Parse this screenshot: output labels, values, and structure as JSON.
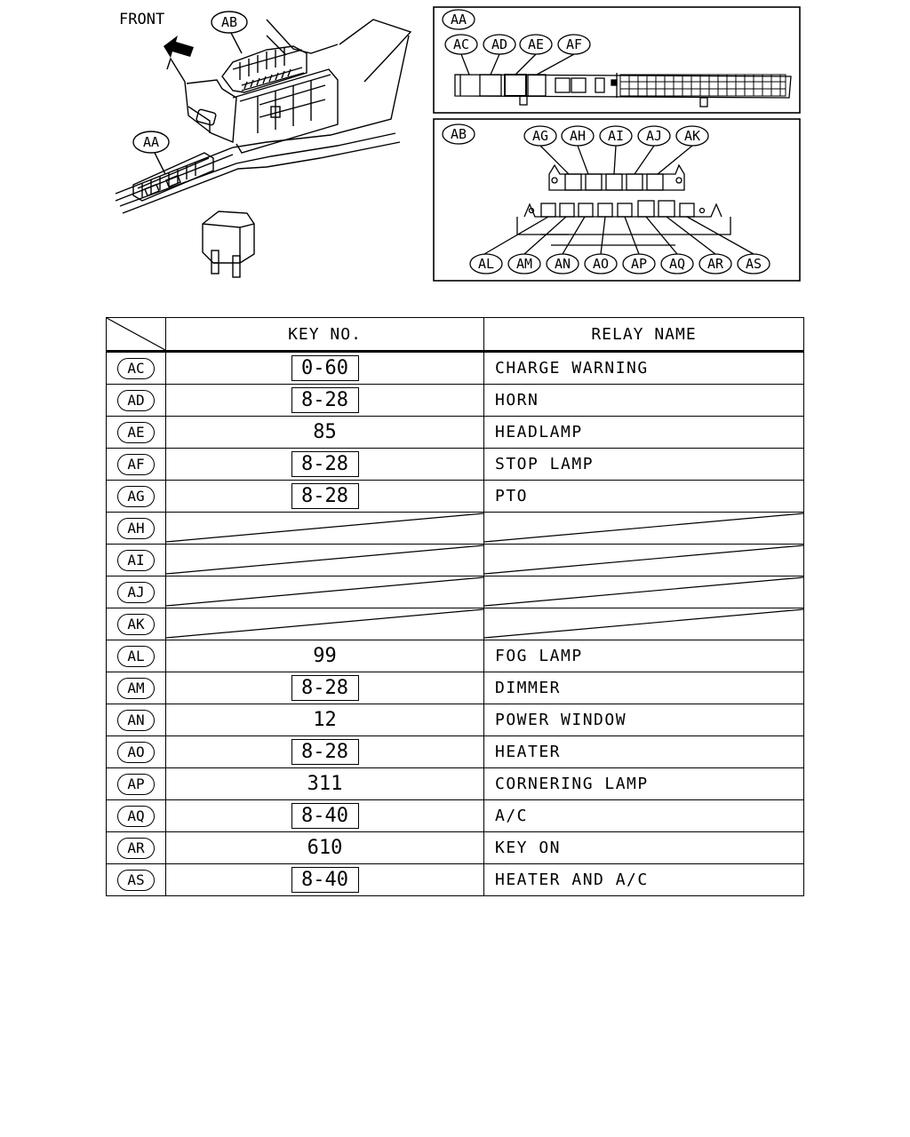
{
  "diagram": {
    "front_label": "FRONT",
    "callouts": {
      "aa": "AA",
      "ab": "AB",
      "ac": "AC",
      "ad": "AD",
      "ae": "AE",
      "af": "AF",
      "ag": "AG",
      "ah": "AH",
      "ai": "AI",
      "aj": "AJ",
      "ak": "AK",
      "al": "AL",
      "am": "AM",
      "an": "AN",
      "ao": "AO",
      "ap": "AP",
      "aq": "AQ",
      "ar": "AR",
      "as": "AS"
    }
  },
  "table": {
    "headers": {
      "key_no": "KEY NO.",
      "relay_name": "RELAY NAME"
    },
    "rows": [
      {
        "code": "AC",
        "key": "0-60",
        "boxed": true,
        "name": "CHARGE WARNING"
      },
      {
        "code": "AD",
        "key": "8-28",
        "boxed": true,
        "name": "HORN"
      },
      {
        "code": "AE",
        "key": "85",
        "boxed": false,
        "name": "HEADLAMP"
      },
      {
        "code": "AF",
        "key": "8-28",
        "boxed": true,
        "name": "STOP LAMP"
      },
      {
        "code": "AG",
        "key": "8-28",
        "boxed": true,
        "name": "PTO"
      },
      {
        "code": "AH",
        "key": "",
        "boxed": false,
        "name": ""
      },
      {
        "code": "AI",
        "key": "",
        "boxed": false,
        "name": ""
      },
      {
        "code": "AJ",
        "key": "",
        "boxed": false,
        "name": ""
      },
      {
        "code": "AK",
        "key": "",
        "boxed": false,
        "name": ""
      },
      {
        "code": "AL",
        "key": "99",
        "boxed": false,
        "name": "FOG LAMP"
      },
      {
        "code": "AM",
        "key": "8-28",
        "boxed": true,
        "name": "DIMMER"
      },
      {
        "code": "AN",
        "key": "12",
        "boxed": false,
        "name": "POWER WINDOW"
      },
      {
        "code": "AO",
        "key": "8-28",
        "boxed": true,
        "name": "HEATER"
      },
      {
        "code": "AP",
        "key": "311",
        "boxed": false,
        "name": "CORNERING LAMP"
      },
      {
        "code": "AQ",
        "key": "8-40",
        "boxed": true,
        "name": "A/C"
      },
      {
        "code": "AR",
        "key": "610",
        "boxed": false,
        "name": "KEY ON"
      },
      {
        "code": "AS",
        "key": "8-40",
        "boxed": true,
        "name": "HEATER AND A/C"
      }
    ]
  }
}
